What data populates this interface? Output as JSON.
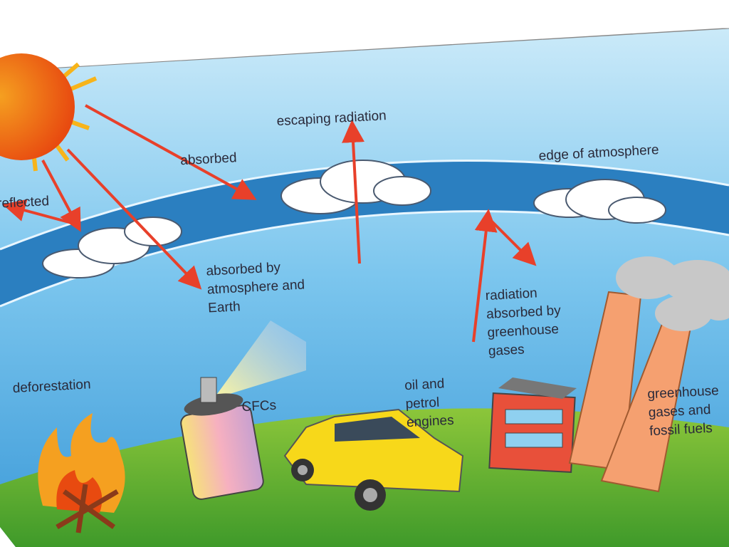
{
  "labels": {
    "escaping_radiation": "escaping radiation",
    "absorbed": "absorbed",
    "edge_of_atmosphere": "edge of atmosphere",
    "reflected": "reflected",
    "absorbed_by_atmosphere_and_earth": [
      "absorbed by",
      "atmosphere and",
      "Earth"
    ],
    "radiation_absorbed_by_greenhouse_gases": [
      "radiation",
      "absorbed by",
      "greenhouse",
      "gases"
    ],
    "deforestation": "deforestation",
    "cfcs": "CFCs",
    "oil_and_petrol_engines": [
      "oil and",
      "petrol",
      "engines"
    ],
    "greenhouse_gases_and_fossil_fuels": [
      "greenhouse",
      "gases and",
      "fossil fuels"
    ]
  },
  "colors": {
    "sky": "#8fd0f0",
    "atmosphere": "#2b7fc0",
    "ground": "#5aaa2a",
    "arrow": "#e8402a",
    "sun": "#f59a10"
  }
}
